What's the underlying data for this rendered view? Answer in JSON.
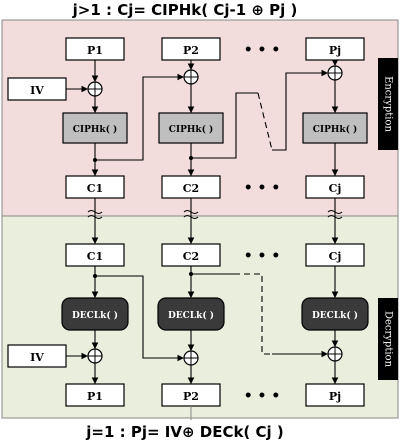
{
  "formulas": {
    "top": "j>1 : Cj= CIPHk( Cj-1 ⊕ Pj )",
    "bottom": "j=1 : Pj= IV⊕ DECk( Cj )"
  },
  "sections": {
    "encryption": "Encryption",
    "decryption": "Decryption"
  },
  "iv": "IV",
  "enc": {
    "plain": [
      "P1",
      "P2",
      "Pj"
    ],
    "ciph": [
      "CIPHk( )",
      "CIPHk( )",
      "CIPHk( )"
    ],
    "cipher": [
      "C1",
      "C2",
      "Cj"
    ]
  },
  "dec": {
    "cipher": [
      "C1",
      "C2",
      "Cj"
    ],
    "decl": [
      "DECLk( )",
      "DECLk( )",
      "DECLk( )"
    ],
    "plain": [
      "P1",
      "P2",
      "Pj"
    ]
  },
  "ellipsis": "• • •",
  "colors": {
    "enc_bg": "#f2dcdc",
    "dec_bg": "#e9eedd",
    "ciph_fill": "#bfbfbf",
    "decl_fill": "#3a3a3a",
    "tag_bg": "#000000"
  }
}
